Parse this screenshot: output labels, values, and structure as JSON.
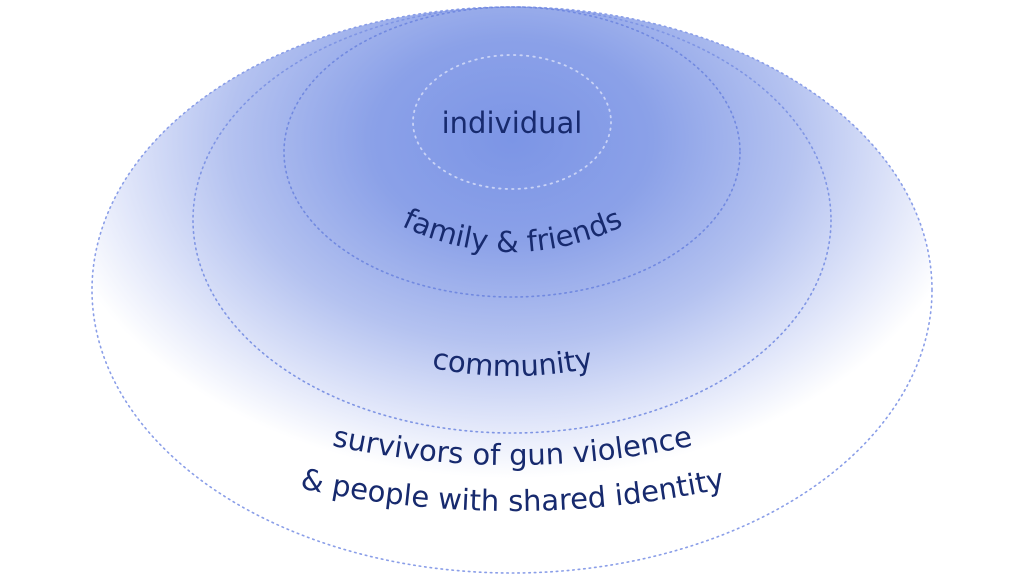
{
  "diagram": {
    "rings": [
      {
        "label": "individual"
      },
      {
        "label": "family & friends"
      },
      {
        "label": "community"
      },
      {
        "label_line1": "survivors of gun violence",
        "label_line2": "& people with shared identity"
      }
    ],
    "colors": {
      "center": "#7f97e6",
      "edge": "#ffffff",
      "text": "#172a6e",
      "dots": "#8a9ee8"
    }
  }
}
